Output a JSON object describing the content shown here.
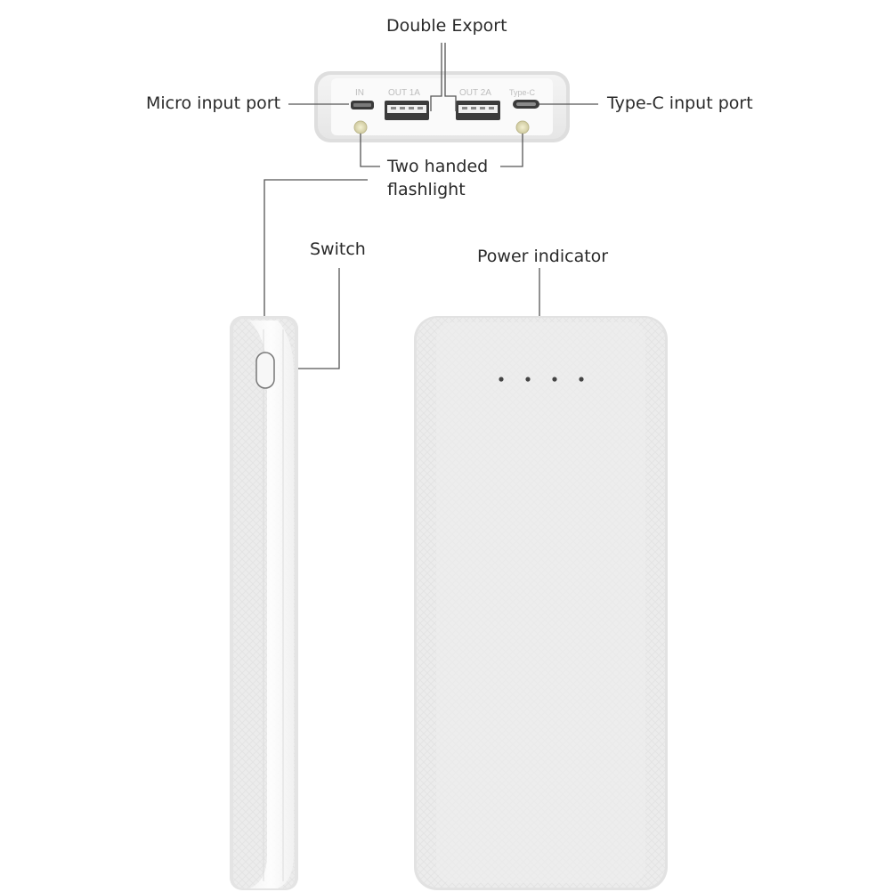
{
  "labels": {
    "double_export": "Double Export",
    "micro_input": "Micro input port",
    "type_c_input": "Type-C input port",
    "flashlight_line1": "Two handed",
    "flashlight_line2": "flashlight",
    "switch": "Switch",
    "power_indicator": "Power indicator"
  },
  "port_labels": {
    "in": "IN",
    "out1": "OUT 1A",
    "out2": "OUT 2A",
    "typec": "Type-C"
  },
  "indicator_led_count": 4,
  "colors": {
    "body": "#e9e9e9",
    "body_edge": "#d8d8d8",
    "leader_line": "#555555",
    "text": "#2a2a2a",
    "port_text": "#bdbdbd",
    "led": "#444444",
    "flashlight": "#e2dfb8"
  }
}
